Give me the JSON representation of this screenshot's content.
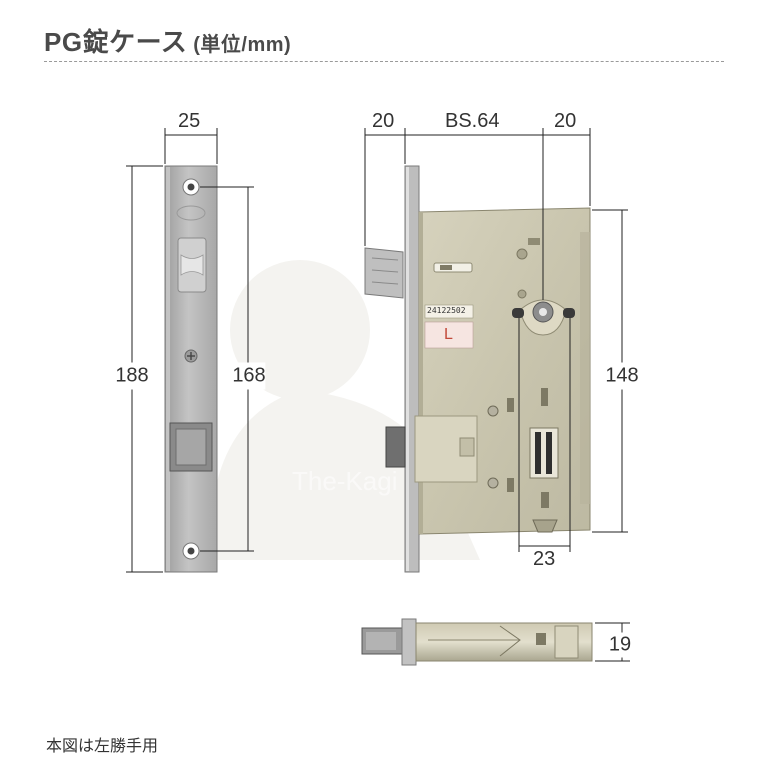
{
  "header": {
    "title": "PG錠ケース",
    "unit": "(単位/mm)"
  },
  "dimensions": {
    "front_width": "25",
    "front_height": "188",
    "screw_pitch": "168",
    "backset_left": "20",
    "backset": "BS.64",
    "backset_right": "20",
    "case_height": "148",
    "bottom_width": "23",
    "thickness": "19"
  },
  "product": {
    "stamp_code": "24122502",
    "hand_mark": "L",
    "watermark": "The-Kagi"
  },
  "note": "本図は左勝手用",
  "colors": {
    "faceplate": "#b4b4b4",
    "case": "#c8c4ae",
    "dimension_line": "#222222"
  }
}
